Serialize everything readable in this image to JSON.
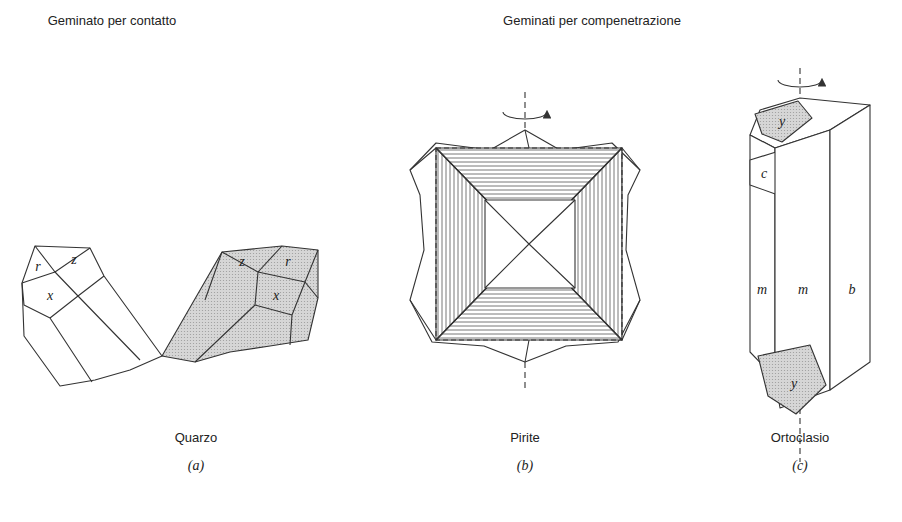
{
  "diagram": {
    "labels": [
      "Geminato per contatto",
      "Geminati per compenetrazione",
      "r",
      "z",
      "x",
      "z",
      "r",
      "x",
      "Quarzo",
      "(a)",
      "Pirite",
      "(b)",
      "y",
      "c",
      "m",
      "m",
      "b",
      "y",
      "Ortoclasio",
      "(c)"
    ]
  }
}
